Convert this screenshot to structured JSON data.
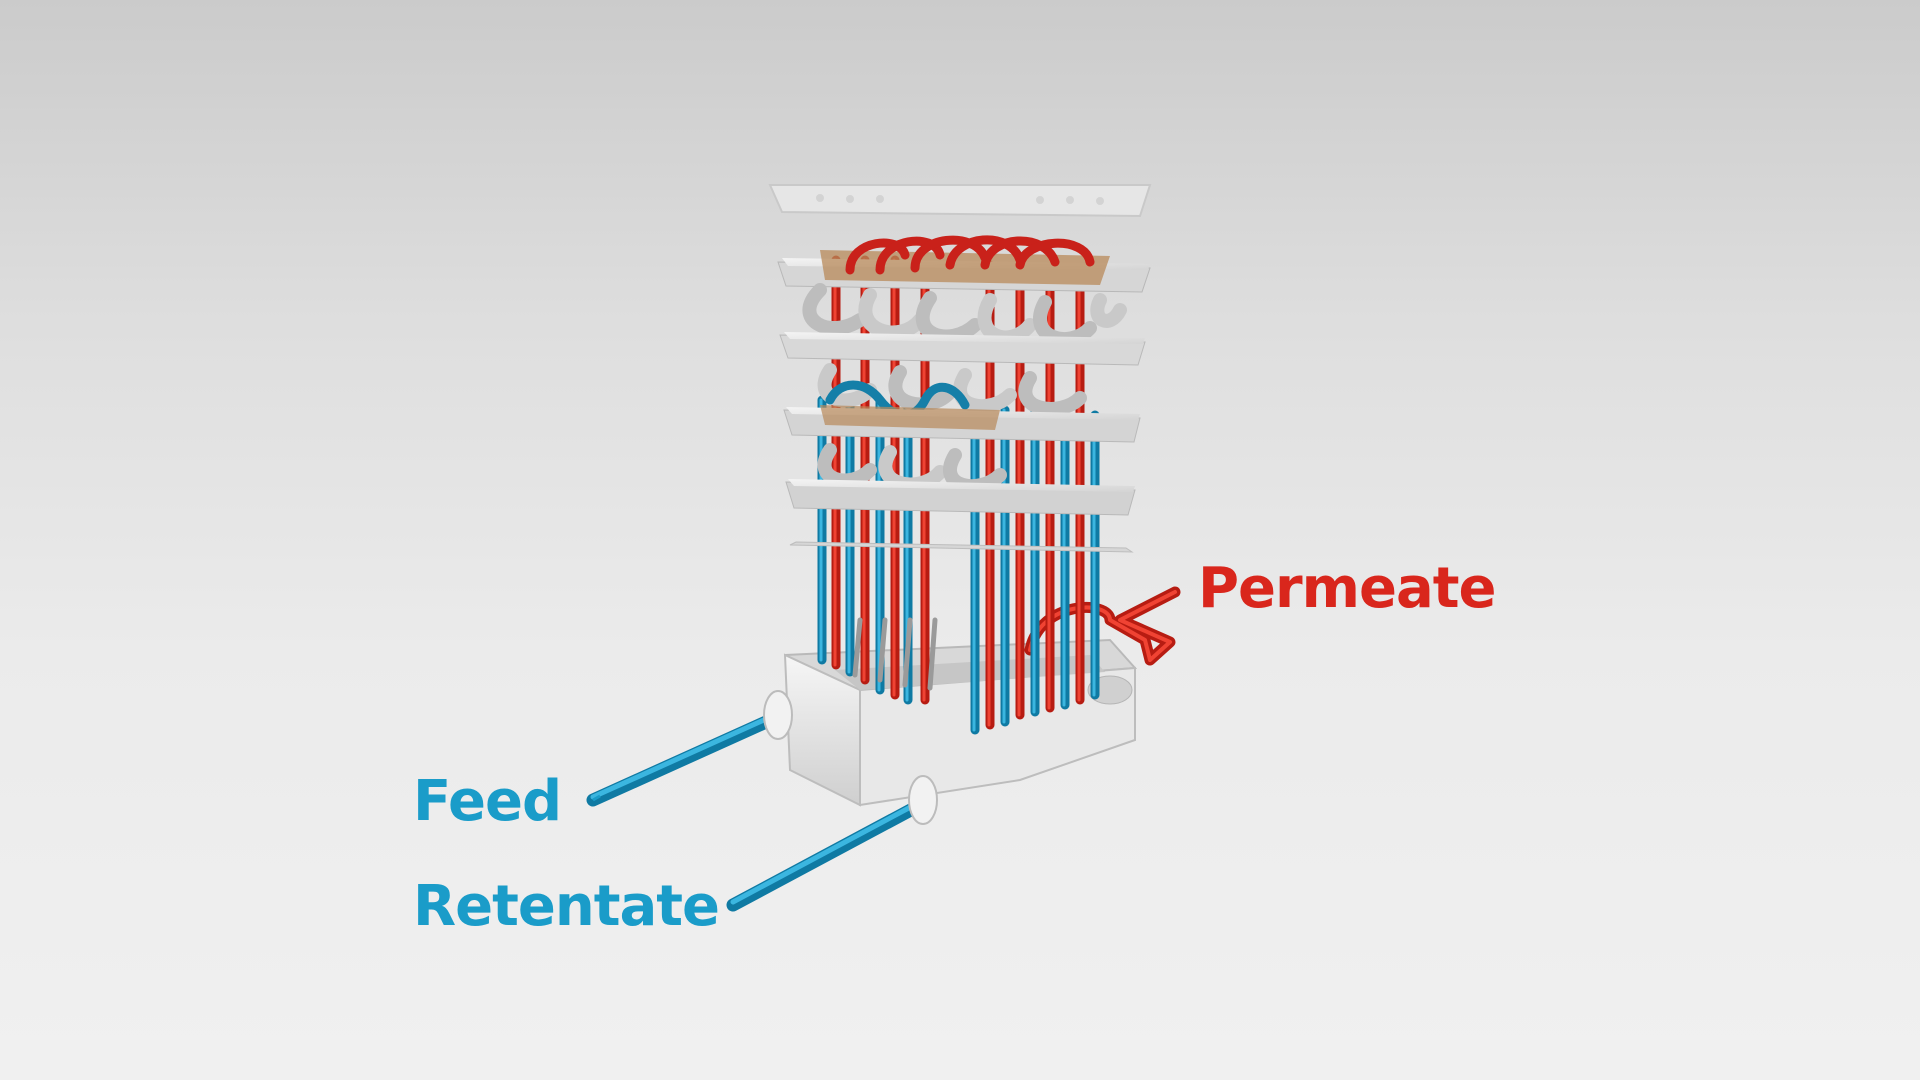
{
  "labels": {
    "permeate": "Permeate",
    "feed": "Feed",
    "retentate": "Retentate"
  },
  "colors": {
    "permeate": "#d9261c",
    "feed": "#1a9cc9",
    "retentate": "#1a9cc9",
    "background_top": "#cbcbcb",
    "background_bottom": "#f0f0f0",
    "plate": "#e6e6e6",
    "membrane": "#b8895a",
    "spacer": "#cfcfcf",
    "housing": "#eeeeee"
  }
}
